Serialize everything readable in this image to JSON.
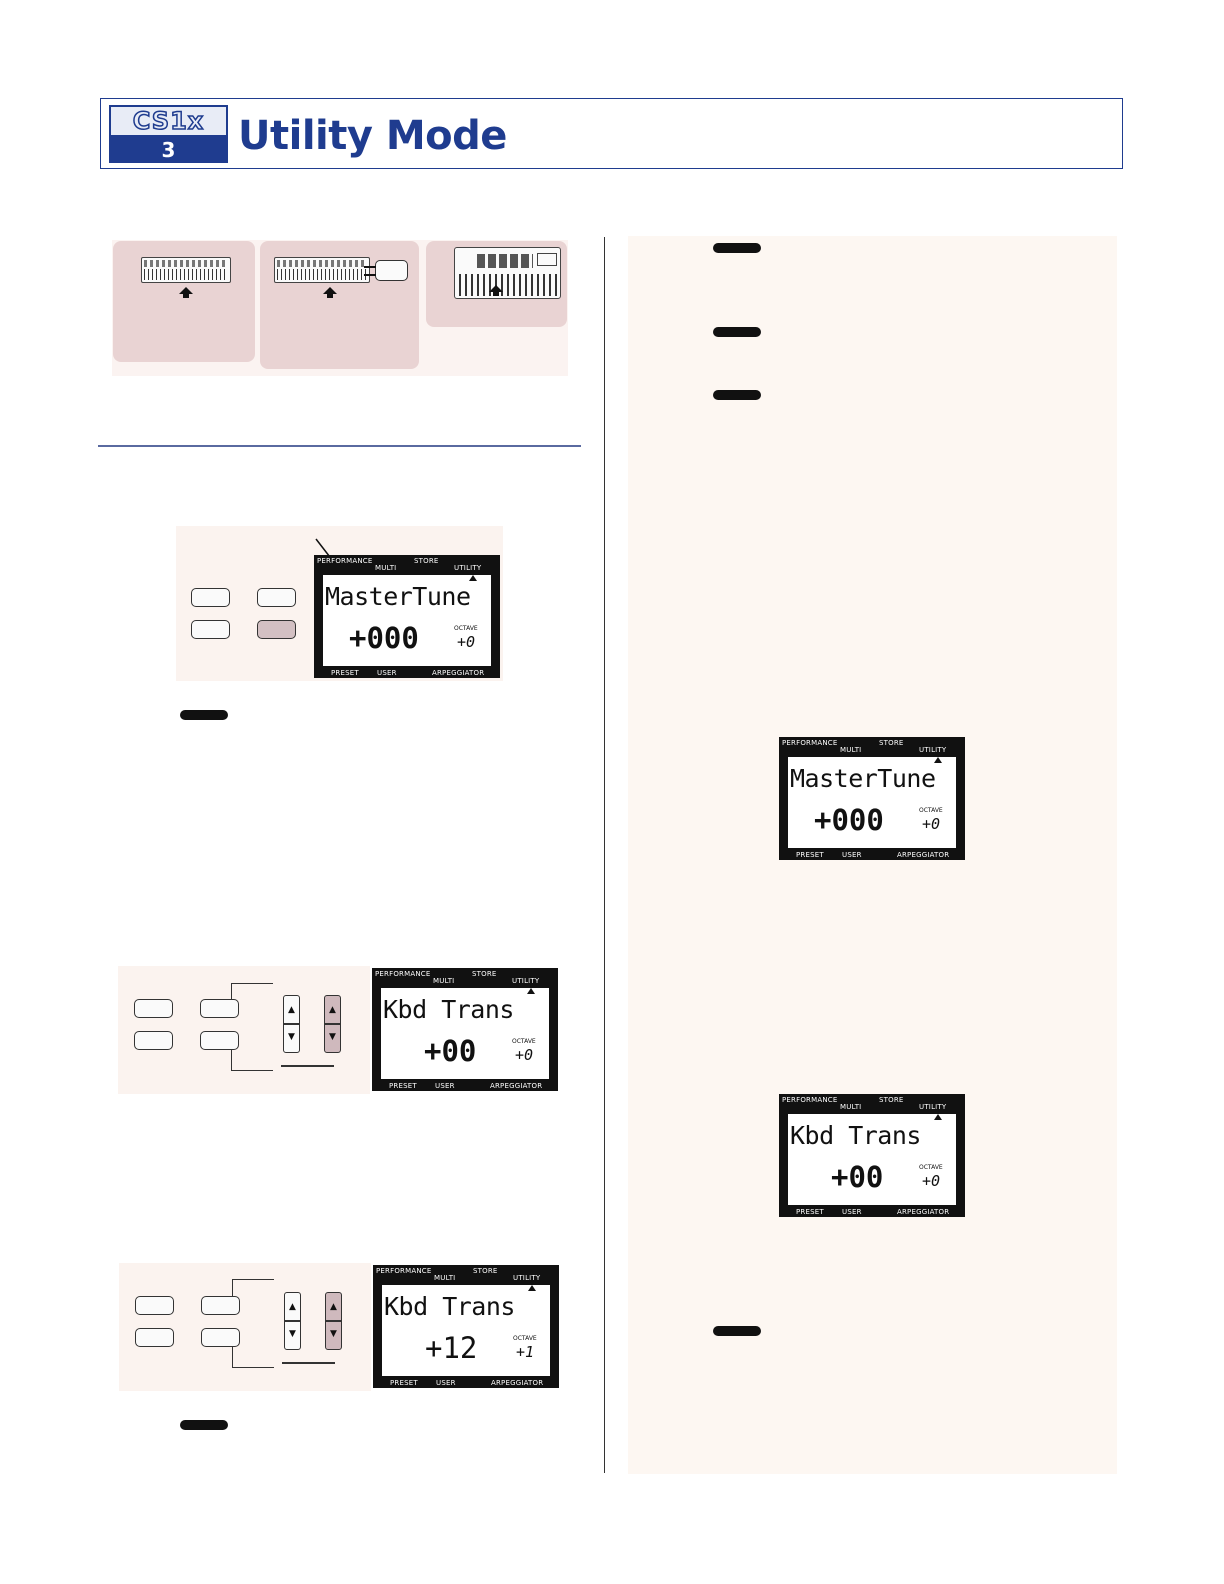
{
  "header": {
    "logo_model": "CS1x",
    "logo_number": "3",
    "title": "Utility Mode"
  },
  "mode_icons": [
    {
      "name": "keyboard",
      "icon": "keyboard-icon"
    },
    {
      "name": "keyboard-with-external-device",
      "icon": "keyboard-external-icon"
    },
    {
      "name": "front-panel-closeup",
      "icon": "panel-closeup-icon"
    }
  ],
  "lcd_labels": {
    "performance": "PERFORMANCE",
    "multi": "MULTI",
    "store": "STORE",
    "utility": "UTILITY",
    "preset": "PRESET",
    "user": "USER",
    "arpeggiator": "ARPEGGIATOR",
    "octave": "OCTAVE"
  },
  "displays": {
    "left_master_tune": {
      "line1": "MasterTune",
      "line2": "+000",
      "octave": "+0"
    },
    "left_kbd_trans_a": {
      "line1": "Kbd Trans",
      "line2": "+00",
      "octave": "+0"
    },
    "left_kbd_trans_b": {
      "line1": "Kbd Trans",
      "line2": "+12",
      "octave": "+1"
    },
    "right_master_tune": {
      "line1": "MasterTune",
      "line2": "+000",
      "octave": "+0"
    },
    "right_kbd_trans": {
      "line1": "Kbd Trans",
      "line2": "+00",
      "octave": "+0"
    }
  },
  "updown_symbols": {
    "up": "▲",
    "down": "▼"
  }
}
